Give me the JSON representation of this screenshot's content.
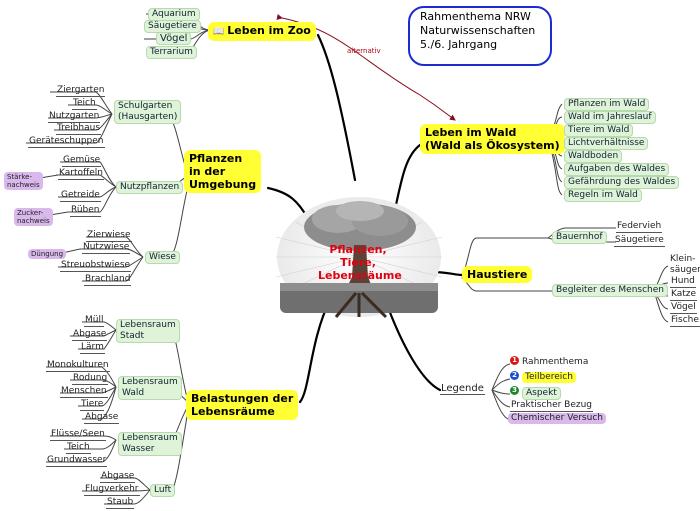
{
  "title_box": {
    "text": "Rahmenthema NRW\nNaturwissenschaften\n5./6. Jahrgang"
  },
  "center": {
    "label": "Pflanzen,\nTiere,\nLebensräume"
  },
  "alt_label": "alternativ",
  "zoo": {
    "book": "📖",
    "title": "Leben im Zoo",
    "items": [
      "Aquarium",
      "Säugetiere",
      "Vögel",
      "Terrarium"
    ]
  },
  "wald": {
    "title": "Leben im Wald\n(Wald als Ökosystem)",
    "items": [
      "Pflanzen im Wald",
      "Wald im Jahreslauf",
      "Tiere im Wald",
      "Lichtverhältnisse",
      "Waldboden",
      "Aufgaben des Waldes",
      "Gefährdung des Waldes",
      "Regeln im Wald"
    ]
  },
  "pflanzen": {
    "title": "Pflanzen\nin der\nUmgebung",
    "schulgarten": {
      "label": "Schulgarten\n(Hausgarten)",
      "items": [
        "Ziergarten",
        "Teich",
        "Nutzgarten",
        "Treibhaus",
        "Geräteschuppen"
      ]
    },
    "nutzpflanzen": {
      "label": "Nutzpflanzen",
      "items": [
        "Gemüse",
        "Kartoffeln",
        "Getreide",
        "Rüben"
      ]
    },
    "wiese": {
      "label": "Wiese",
      "items": [
        "Zierwiese",
        "Nutzwiese",
        "Streuobstwiese",
        "Brachland"
      ]
    },
    "notes": {
      "staerke": "Stärke-\nnachweis",
      "zucker": "Zucker-\nnachweis",
      "duengung": "Düngung"
    }
  },
  "haustiere": {
    "title": "Haustiere",
    "bauernhof": {
      "label": "Bauernhof",
      "items": [
        "Federvieh",
        "Säugetiere"
      ]
    },
    "begleiter": {
      "label": "Begleiter des Menschen",
      "items": [
        "Klein-\nsäuger",
        "Hund",
        "Katze",
        "Vögel",
        "Fische"
      ]
    }
  },
  "belastungen": {
    "title": "Belastungen der\nLebensräume",
    "stadt": {
      "label": "Lebensraum\nStadt",
      "items": [
        "Müll",
        "Abgase",
        "Lärm"
      ]
    },
    "wald": {
      "label": "Lebensraum\nWald",
      "items": [
        "Monokulturen",
        "Rodung",
        "Menschen",
        "Tiere",
        "Abgase"
      ]
    },
    "wasser": {
      "label": "Lebensraum\nWasser",
      "items": [
        "Flüsse/Seen",
        "Teich",
        "Grundwasser"
      ]
    },
    "luft": {
      "label": "Luft",
      "items": [
        "Abgase",
        "Flugverkehr",
        "Staub"
      ]
    }
  },
  "legende": {
    "title": "Legende",
    "items": [
      {
        "icon": "1",
        "color": "#d81818",
        "label": "Rahmenthema"
      },
      {
        "icon": "2",
        "color": "#1a4fd0",
        "label": "Teilbereich"
      },
      {
        "icon": "3",
        "color": "#1c8a2c",
        "label": "Aspekt"
      },
      {
        "icon": "",
        "color": "",
        "label": "Praktischer Bezug"
      },
      {
        "icon": "",
        "color": "",
        "label": "Chemischer Versuch"
      }
    ]
  }
}
